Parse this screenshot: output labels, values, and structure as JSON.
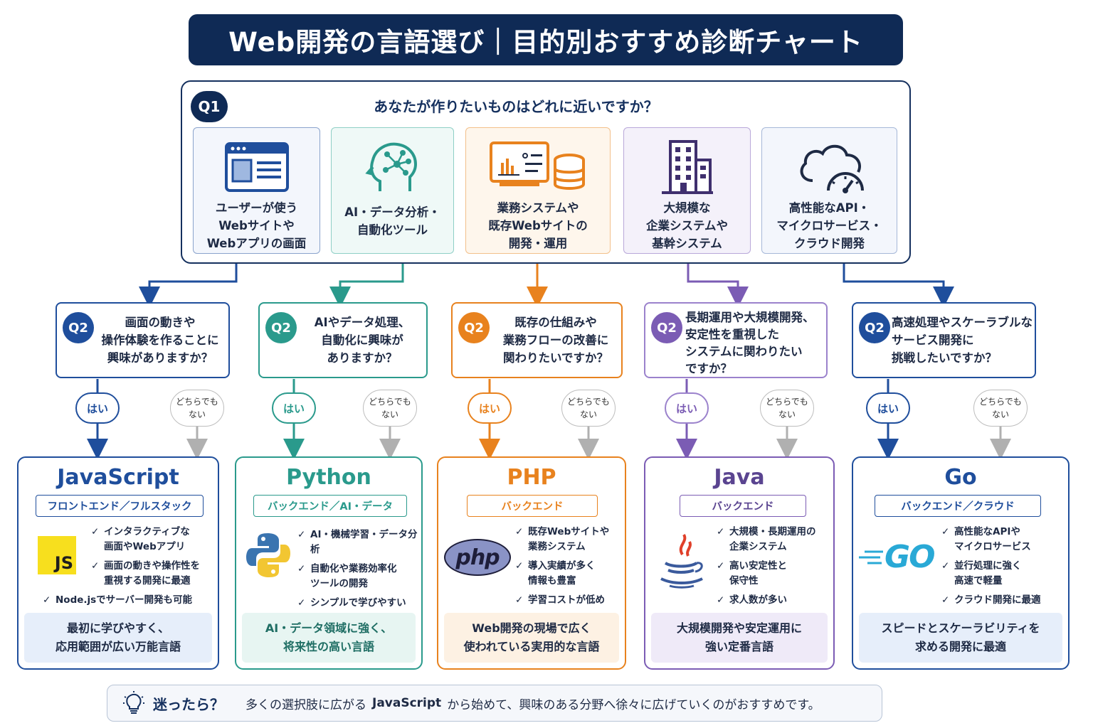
{
  "title": "Web開発の言語選び｜目的別おすすめ診断チャート",
  "q1": {
    "badge": "Q1",
    "question": "あなたが作りたいものはどれに近いですか？"
  },
  "categories": [
    {
      "label": "ユーザーが使う\nWebサイトや\nWebアプリの画面",
      "icon": "browser-window-icon",
      "color": "#1f4e9c"
    },
    {
      "label": "AI・データ分析・\n自動化ツール",
      "icon": "ai-head-icon",
      "color": "#2a9a8c"
    },
    {
      "label": "業務システムや\n既存Webサイトの\n開発・運用",
      "icon": "dashboard-database-icon",
      "color": "#e8821e"
    },
    {
      "label": "大規模な\n企業システムや\n基幹システム",
      "icon": "building-icon",
      "color": "#6b4fa0"
    },
    {
      "label": "高性能なAPI・\nマイクロサービス・\nクラウド開発",
      "icon": "cloud-gauge-icon",
      "color": "#1f4e9c"
    }
  ],
  "q2": [
    {
      "badge": "Q2",
      "question": "画面の動きや\n操作体験を作ることに\n興味がありますか？",
      "color": "#1f4e9c"
    },
    {
      "badge": "Q2",
      "question": "AIやデータ処理、\n自動化に興味が\nありますか？",
      "color": "#2a9a8c"
    },
    {
      "badge": "Q2",
      "question": "既存の仕組みや\n業務フローの改善に\n関わりたいですか？",
      "color": "#e8821e"
    },
    {
      "badge": "Q2",
      "question": "長期運用や大規模開発、\n安定性を重視した\nシステムに関わりたい\nですか？",
      "color": "#7b5cb4"
    },
    {
      "badge": "Q2",
      "question": "高速処理やスケーラブルな\nサービス開発に\n挑戦したいですか？",
      "color": "#1f4e9c"
    }
  ],
  "answers": {
    "yes": "はい",
    "neither": "どちらでも\nない"
  },
  "languages": [
    {
      "name": "JavaScript",
      "role": "フロントエンド／フルスタック",
      "logo": "js-logo-icon",
      "logo_text": "JS",
      "color": "#1f4e9c",
      "features": [
        "インタラクティブな\n画面やWebアプリ",
        "画面の動きや操作性を\n重視する開発に最適",
        "Node.jsでサーバー開発も可能"
      ],
      "summary": "最初に学びやすく、\n応用範囲が広い万能言語"
    },
    {
      "name": "Python",
      "role": "バックエンド／AI・データ",
      "logo": "python-logo-icon",
      "color": "#2a9a8c",
      "features": [
        "AI・機械学習・データ分析",
        "自動化や業務効率化\nツールの開発",
        "シンプルで学びやすい"
      ],
      "summary": "AI・データ領域に強く、\n将来性の高い言語"
    },
    {
      "name": "PHP",
      "role": "バックエンド",
      "logo": "php-logo-icon",
      "logo_text": "php",
      "color": "#e8821e",
      "features": [
        "既存Webサイトや\n業務システム",
        "導入実績が多く\n情報も豊富",
        "学習コストが低め"
      ],
      "summary": "Web開発の現場で広く\n使われている実用的な言語"
    },
    {
      "name": "Java",
      "role": "バックエンド",
      "logo": "java-logo-icon",
      "color": "#6b4fa0",
      "features": [
        "大規模・長期運用の\n企業システム",
        "高い安定性と\n保守性",
        "求人数が多い"
      ],
      "summary": "大規模開発や安定運用に\n強い定番言語"
    },
    {
      "name": "Go",
      "role": "バックエンド／クラウド",
      "logo": "go-logo-icon",
      "logo_text": "GO",
      "color": "#1f4e9c",
      "features": [
        "高性能なAPIや\nマイクロサービス",
        "並行処理に強く\n高速で軽量",
        "クラウド開発に最適"
      ],
      "summary": "スピードとスケーラビリティを\n求める開発に最適"
    }
  ],
  "footer": {
    "icon": "lightbulb-icon",
    "heading": "迷ったら？",
    "text_before": "多くの選択肢に広がる",
    "text_strong": "JavaScript",
    "text_after": "から始めて、興味のある分野へ徐々に広げていくのがおすすめです。"
  }
}
